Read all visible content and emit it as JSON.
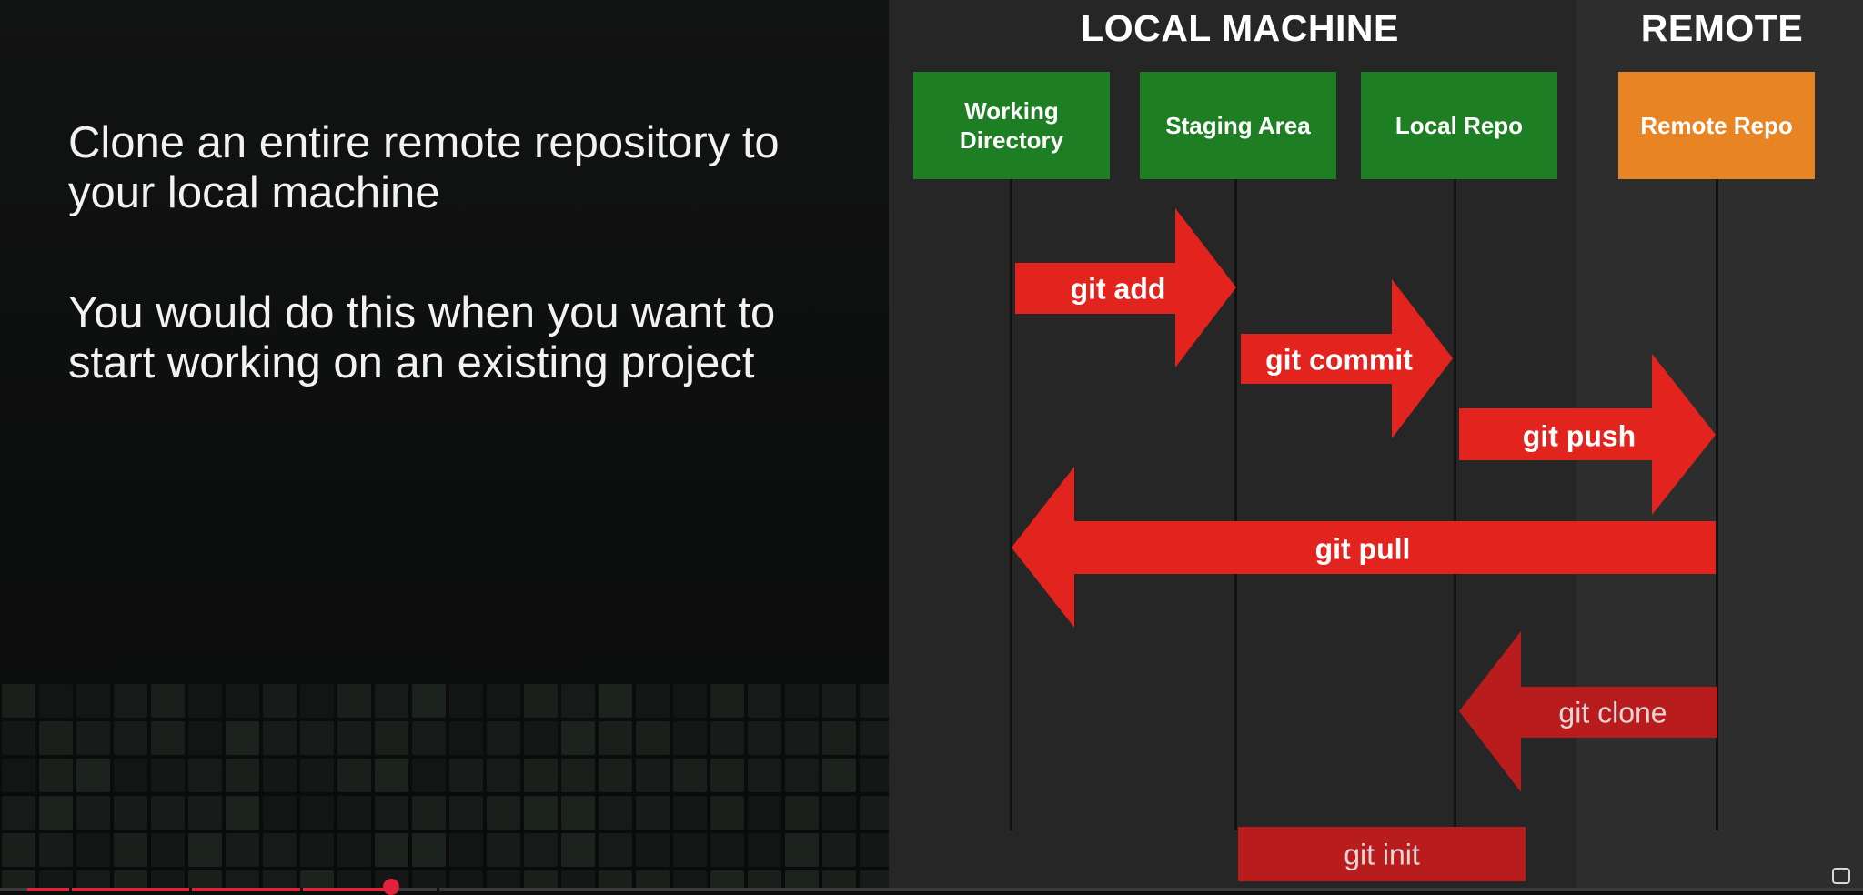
{
  "left_text": {
    "line1": "Clone an entire remote repository to your local machine",
    "line2": "You would do this when you want to start working on an existing project"
  },
  "headings": {
    "local": "LOCAL MACHINE",
    "remote": "REMOTE"
  },
  "boxes": [
    {
      "label": "Working Directory"
    },
    {
      "label": "Staging Area"
    },
    {
      "label": "Local Repo"
    },
    {
      "label": "Remote Repo"
    }
  ],
  "arrows": {
    "add": "git add",
    "commit": "git commit",
    "push": "git push",
    "pull": "git pull",
    "clone": "git clone",
    "init": "git init"
  },
  "colors": {
    "green": "#1e7e23",
    "orange": "#e88424",
    "arrow_red": "#e3231d",
    "arrow_dim": "#b91c1c",
    "progress": "#e0223c"
  },
  "video": {
    "progress_percent": 21
  },
  "icons": [
    "fullscreen-icon"
  ]
}
